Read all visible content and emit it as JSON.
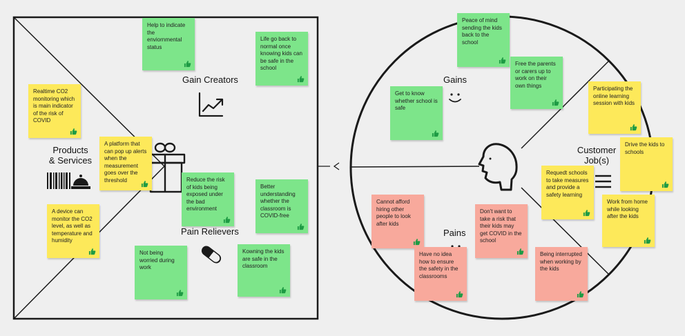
{
  "colors": {
    "yellow": "#fde95a",
    "green": "#7de58a",
    "red": "#f8a99c",
    "thumb": "#1e9b44",
    "line": "#1a1a1a",
    "background": "#efefef"
  },
  "labels": {
    "gain_creators": "Gain Creators",
    "products_line1": "Products",
    "products_line2": "& Services",
    "pain_relievers": "Pain Relievers",
    "gains": "Gains",
    "pains": "Pains",
    "customer_line1": "Customer",
    "customer_line2": "Job(s)"
  },
  "icons": [
    "chart-up-icon",
    "gift-icon",
    "barcode-icon",
    "service-bell-icon",
    "pill-icon",
    "smile-icon",
    "sad-icon",
    "face-profile-icon",
    "list-icon",
    "thumbs-up-icon",
    "arrow-icon"
  ],
  "notes": [
    {
      "id": "n1",
      "color": "green",
      "text": "Help to indicate the enviornmental status"
    },
    {
      "id": "n2",
      "color": "green",
      "text": "Life go back to normal once knowing kids can be safe in the school"
    },
    {
      "id": "n3",
      "color": "yellow",
      "text": "Realtime CO2 monitoring which is main indicator of the risk of COVID"
    },
    {
      "id": "n4",
      "color": "yellow",
      "text": "A platform that can pop up alerts when the measurement goes over the threshold"
    },
    {
      "id": "n5",
      "color": "green",
      "text": "Reduce the risk of kids being exposed under the bad environment"
    },
    {
      "id": "n6",
      "color": "green",
      "text": "Better understanding whether the classroom is COVID-free"
    },
    {
      "id": "n7",
      "color": "yellow",
      "text": "A device can monitor the CO2 level, as well as temperature and humidity"
    },
    {
      "id": "n8",
      "color": "green",
      "text": "Not being worried during work"
    },
    {
      "id": "n9",
      "color": "green",
      "text": "Kowning the kids are safe in the classroom"
    },
    {
      "id": "n10",
      "color": "green",
      "text": "Peace of mind sending the kids back to the school"
    },
    {
      "id": "n11",
      "color": "green",
      "text": "Free the parents or carers up to work on their own things"
    },
    {
      "id": "n12",
      "color": "green",
      "text": "Get to know whether school is safe"
    },
    {
      "id": "n13",
      "color": "yellow",
      "text": "Participating the online learning session with kids"
    },
    {
      "id": "n14",
      "color": "yellow",
      "text": "Drive the kids to schools"
    },
    {
      "id": "n15",
      "color": "yellow",
      "text": "Requedt schools to take measures and provide a safety learning"
    },
    {
      "id": "n16",
      "color": "yellow",
      "text": "Work from home while looking after the kids"
    },
    {
      "id": "n17",
      "color": "red",
      "text": "Cannot afford hiring other people to look after kids"
    },
    {
      "id": "n18",
      "color": "red",
      "text": "Don't want to take a risk that their kids may get COVID in the school"
    },
    {
      "id": "n19",
      "color": "red",
      "text": "Have no idea how to ensure the safety in the classrooms"
    },
    {
      "id": "n20",
      "color": "red",
      "text": "Being interrupted when working by the kids"
    }
  ]
}
